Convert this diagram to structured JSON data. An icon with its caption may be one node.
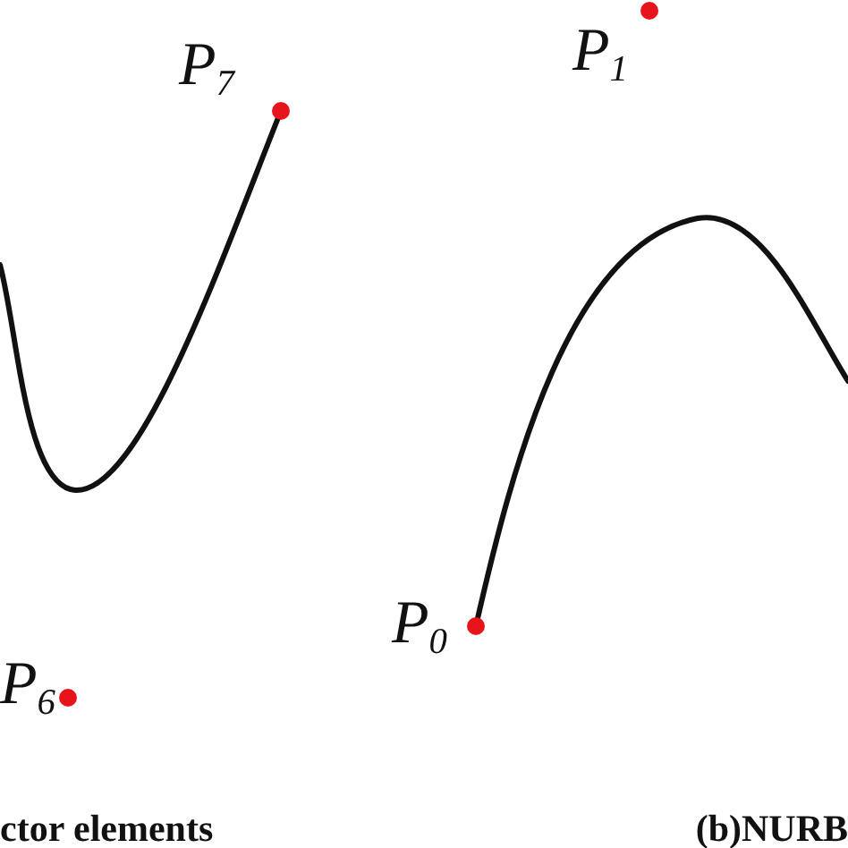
{
  "diagram": {
    "labels": [
      "P$_{7}$",
      "P$_{6}$",
      "ctor elements",
      "P$_{1}$",
      "P$_{0}$",
      "(b)NURB"
    ]
  }
}
